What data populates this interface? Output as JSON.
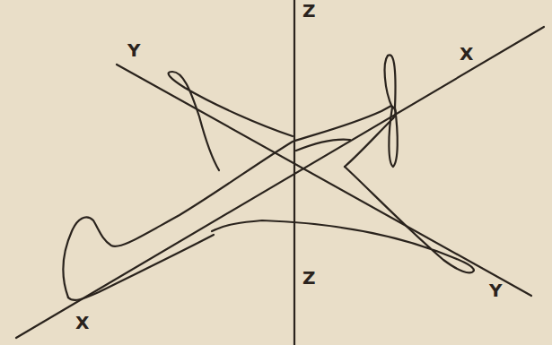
{
  "diagram": {
    "labels": [
      "Z",
      "Y",
      "X",
      "Z",
      "Y",
      "X"
    ]
  }
}
